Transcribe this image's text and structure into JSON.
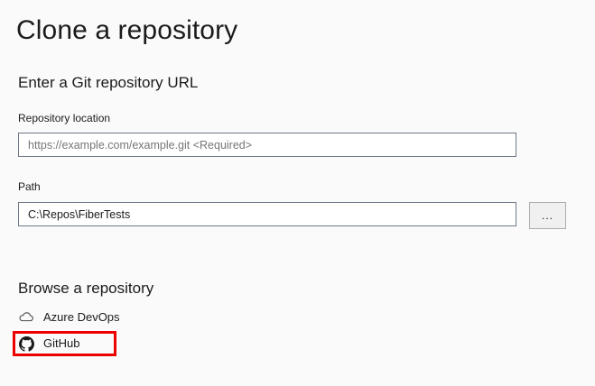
{
  "dialog": {
    "title": "Clone a repository"
  },
  "url_section": {
    "heading": "Enter a Git repository URL",
    "fields": [
      {
        "label": "Repository location",
        "value": "",
        "placeholder": "https://example.com/example.git <Required>"
      },
      {
        "label": "Path",
        "value": "C:\\Repos\\FiberTests",
        "placeholder": ""
      }
    ],
    "browse_button_label": "..."
  },
  "browse_section": {
    "heading": "Browse a repository",
    "sources": [
      {
        "label": "Azure DevOps",
        "icon": "cloud-icon"
      },
      {
        "label": "GitHub",
        "icon": "github-icon"
      }
    ]
  },
  "annotation": {
    "highlight_color": "#ee0000",
    "highlighted_item": "GitHub"
  },
  "colors": {
    "background": "#fafafa",
    "input_border": "#6e7887",
    "input_background": "#ffffff",
    "button_background": "#f0f0f0",
    "button_border": "#adadad",
    "text": "#1b1b1b",
    "placeholder_text": "#767676"
  }
}
